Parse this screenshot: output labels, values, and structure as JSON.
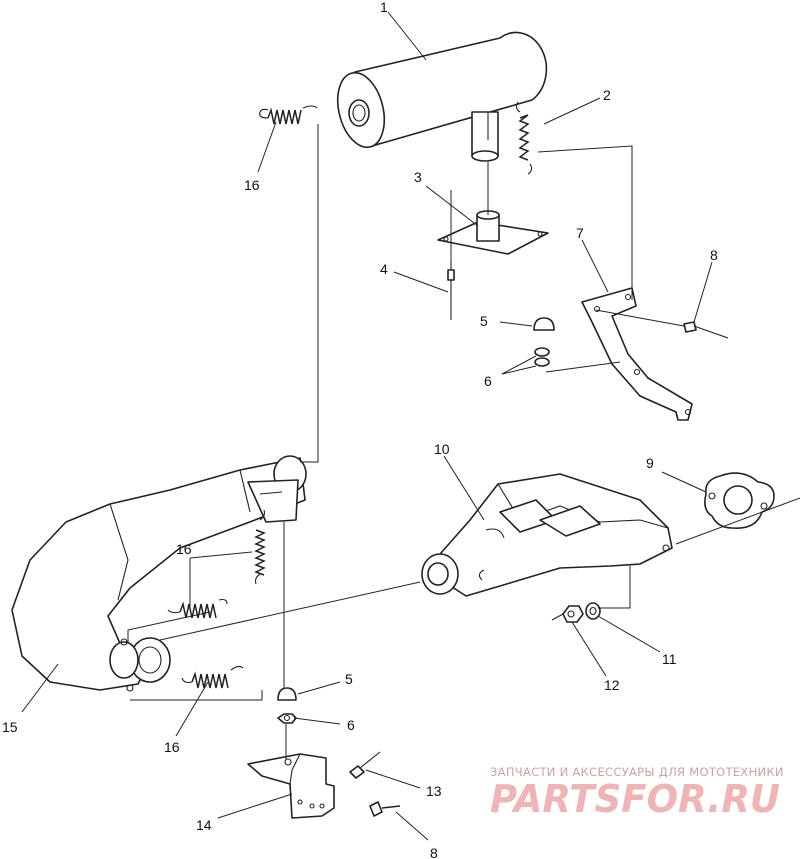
{
  "labels": {
    "l1": "1",
    "l2": "2",
    "l3": "3",
    "l4": "4",
    "l5a": "5",
    "l5b": "5",
    "l6a": "6",
    "l6b": "6",
    "l7": "7",
    "l8a": "8",
    "l8b": "8",
    "l9": "9",
    "l10": "10",
    "l11": "11",
    "l12": "12",
    "l13": "13",
    "l14": "14",
    "l15": "15",
    "l16a": "16",
    "l16b": "16",
    "l16c": "16"
  },
  "watermark": {
    "caption": "ЗАПЧАСТИ И АКСЕССУАРЫ ДЛЯ МОТОТЕХНИКИ",
    "logo": "PARTSFOR.RU"
  }
}
